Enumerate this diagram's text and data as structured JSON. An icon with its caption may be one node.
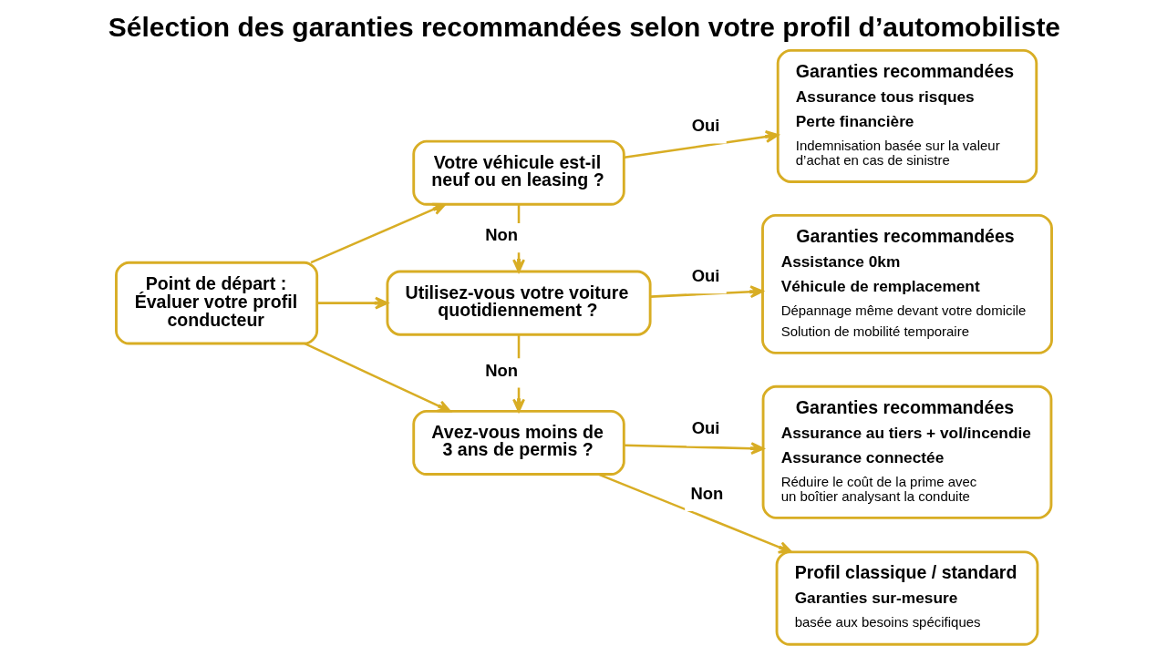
{
  "diagram": {
    "title": "Sélection des garanties recommandées selon votre profil d’automobiliste",
    "nodes": [
      {
        "text": [
          "Point de départ : Évaluer votre profil conducteur"
        ]
      },
      {
        "text": [
          "Votre véhicule est-il neuf ou en leasing ?"
        ]
      },
      {
        "text": [
          "Utilisez-vous votre voiture quotidiennement ?"
        ]
      },
      {
        "text": [
          "Avez-vous moins de 3 ans de permis ?"
        ]
      },
      {
        "text": [
          "Garanties recommandées",
          "Assurance tous risques",
          "Perte financière",
          "Indemnisation basée sur la valeur d’achat en cas de sinistre"
        ]
      },
      {
        "text": [
          "Garanties recommandées",
          "Assistance 0km",
          "Véhicule de remplacement",
          "Dépannage même devant votre domicile",
          "Solution de mobilité temporaire"
        ]
      },
      {
        "text": [
          "Garanties recommandées",
          "Assurance au tiers + vol/incendie",
          "Assurance connectée",
          "Réduire le coût de la prime avec un boîtier analysant la conduite"
        ]
      },
      {
        "text": [
          "Profil classique / standard",
          "Garanties sur-mesure",
          "basée aux besoins spécifiques"
        ]
      }
    ],
    "edges": [
      {
        "from": 0,
        "to": 1,
        "arrow": "to"
      },
      {
        "from": 0,
        "to": 2,
        "arrow": "to"
      },
      {
        "from": 0,
        "to": 3,
        "arrow": "to"
      },
      {
        "from": 1,
        "to": 4,
        "arrow": "to",
        "label": "Oui"
      },
      {
        "from": 1,
        "to": 2,
        "arrow": "to",
        "label": "Non"
      },
      {
        "from": 2,
        "to": 5,
        "arrow": "to",
        "label": "Oui"
      },
      {
        "from": 2,
        "to": 3,
        "arrow": "to",
        "label": "Non"
      },
      {
        "from": 3,
        "to": 6,
        "arrow": "to",
        "label": "Oui"
      },
      {
        "from": 3,
        "to": 7,
        "arrow": "to",
        "label": "Non"
      }
    ]
  }
}
